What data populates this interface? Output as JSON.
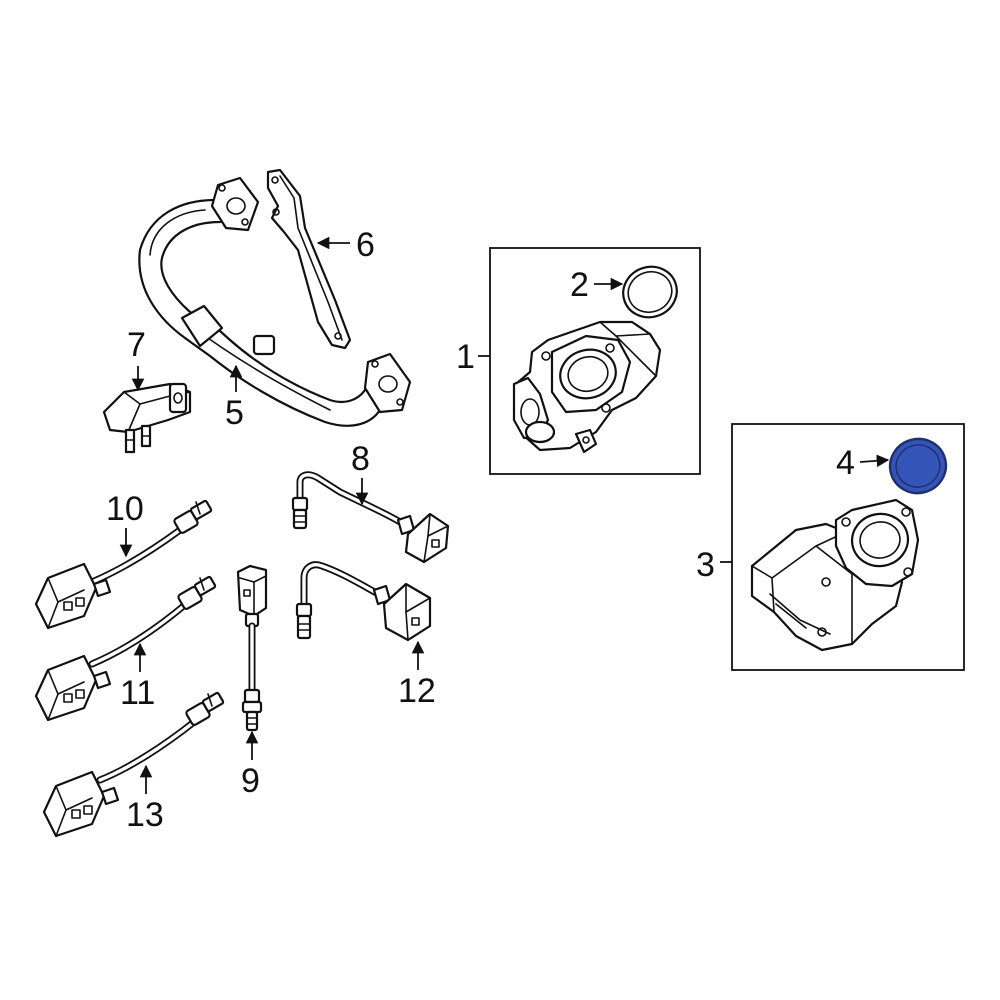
{
  "callouts": [
    {
      "id": "1",
      "label": "1"
    },
    {
      "id": "2",
      "label": "2"
    },
    {
      "id": "3",
      "label": "3"
    },
    {
      "id": "4",
      "label": "4"
    },
    {
      "id": "5",
      "label": "5"
    },
    {
      "id": "6",
      "label": "6"
    },
    {
      "id": "7",
      "label": "7"
    },
    {
      "id": "8",
      "label": "8"
    },
    {
      "id": "9",
      "label": "9"
    },
    {
      "id": "10",
      "label": "10"
    },
    {
      "id": "11",
      "label": "11"
    },
    {
      "id": "12",
      "label": "12"
    },
    {
      "id": "13",
      "label": "13"
    }
  ],
  "colors": {
    "line": "#111111",
    "highlight_fill": "#3554b8",
    "highlight_stroke": "#1f2f6e",
    "background": "#ffffff"
  },
  "highlighted_part": "4"
}
